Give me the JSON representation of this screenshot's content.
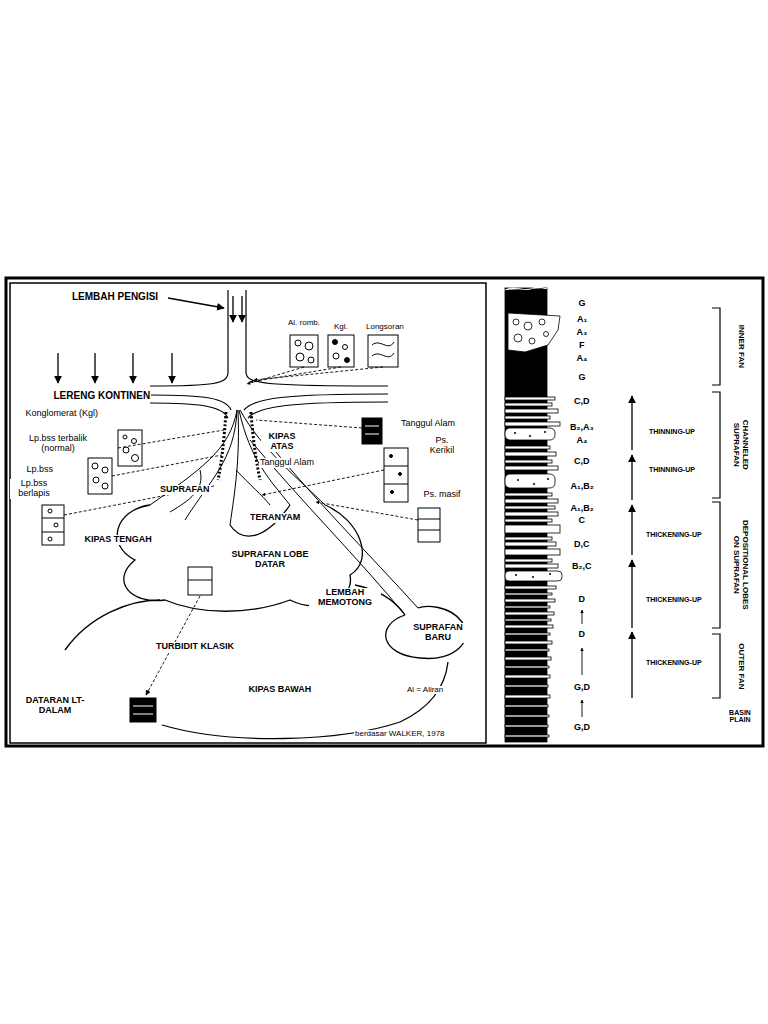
{
  "diagram": {
    "labels": [
      "LEMBAH PENGISI",
      "Al. romb.",
      "Kgl.",
      "Longsoran",
      "LERENG KONTINEN",
      "Konglomerat (Kgl)",
      "Lp.bss terbalik (normal)",
      "Lp.bss",
      "Lp.bss berlapis",
      "Tanggul Alam",
      "KIPAS ATAS",
      "Tanggul Alam",
      "Ps. Kerikil",
      "Ps. masif",
      "SUPRAFAN",
      "TERANYAM",
      "KIPAS TENGAH",
      "SUPRAFAN LOBE DATAR",
      "LEMBAH MEMOTONG",
      "SUPRAFAN BARU",
      "TURBIDIT KLASIK",
      "KIPAS BAWAH",
      "Al = Aliran",
      "DATARAN LT-DALAM",
      "berdasar WALKER, 1978",
      "G",
      "A₁",
      "A₃",
      "F",
      "A₄",
      "G",
      "C,D",
      "B₂,A₃",
      "A₄",
      "C,D",
      "A₁,B₂",
      "A₁,B₂",
      "C",
      "D,C",
      "B₂,C",
      "D",
      "D",
      "G,D",
      "G,D",
      "THINNING-UP",
      "THINNING-UP",
      "THICKENING-UP",
      "THICKENING-UP",
      "THICKENING-UP",
      "INNER FAN",
      "CHANNELED SUPRAFAN",
      "DEPOSITIONAL LOBES ON SUPRAFAN",
      "OUTER FAN",
      "BASIN PLAIN"
    ]
  }
}
